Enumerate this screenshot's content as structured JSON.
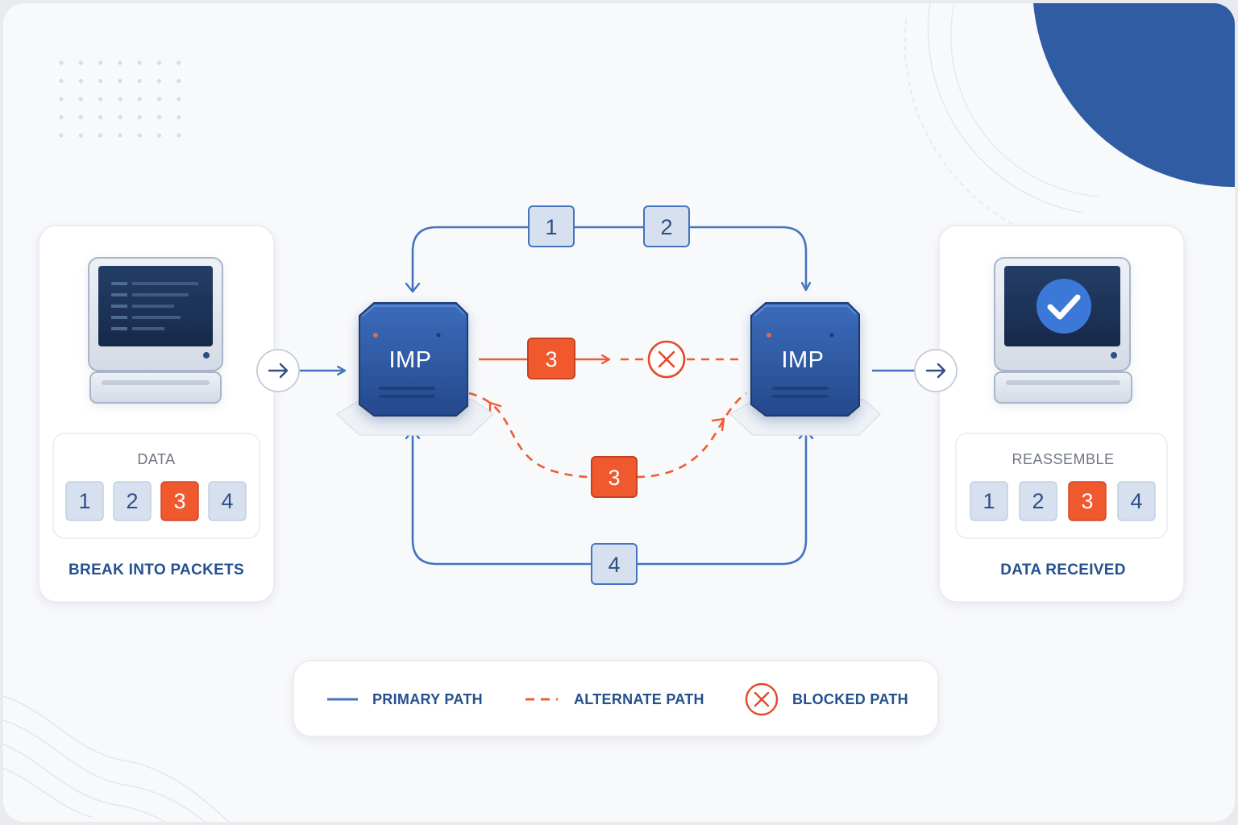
{
  "colors": {
    "primary": "#4474bf",
    "alternate": "#ee5c33",
    "imp_fill": "#2d5aa5",
    "packet_blue_fill": "#d7e0ee",
    "packet_orange_fill": "#f0592e",
    "accent_circle": "#2f5ca3"
  },
  "sender": {
    "box_title": "DATA",
    "packets": [
      "1",
      "2",
      "3",
      "4"
    ],
    "highlight_packet": "3",
    "caption": "BREAK INTO PACKETS",
    "icon": "computer-terminal-icon"
  },
  "receiver": {
    "box_title": "REASSEMBLE",
    "packets": [
      "1",
      "2",
      "3",
      "4"
    ],
    "highlight_packet": "3",
    "caption": "DATA RECEIVED",
    "icon": "computer-checkmark-icon"
  },
  "nodes": {
    "left_label": "IMP",
    "right_label": "IMP"
  },
  "routes": {
    "top_packets": [
      "1",
      "2"
    ],
    "middle_packet": "3",
    "alternate_packet": "3",
    "bottom_packet": "4"
  },
  "legend": {
    "primary": "PRIMARY PATH",
    "alternate": "ALTERNATE PATH",
    "blocked": "BLOCKED PATH"
  }
}
